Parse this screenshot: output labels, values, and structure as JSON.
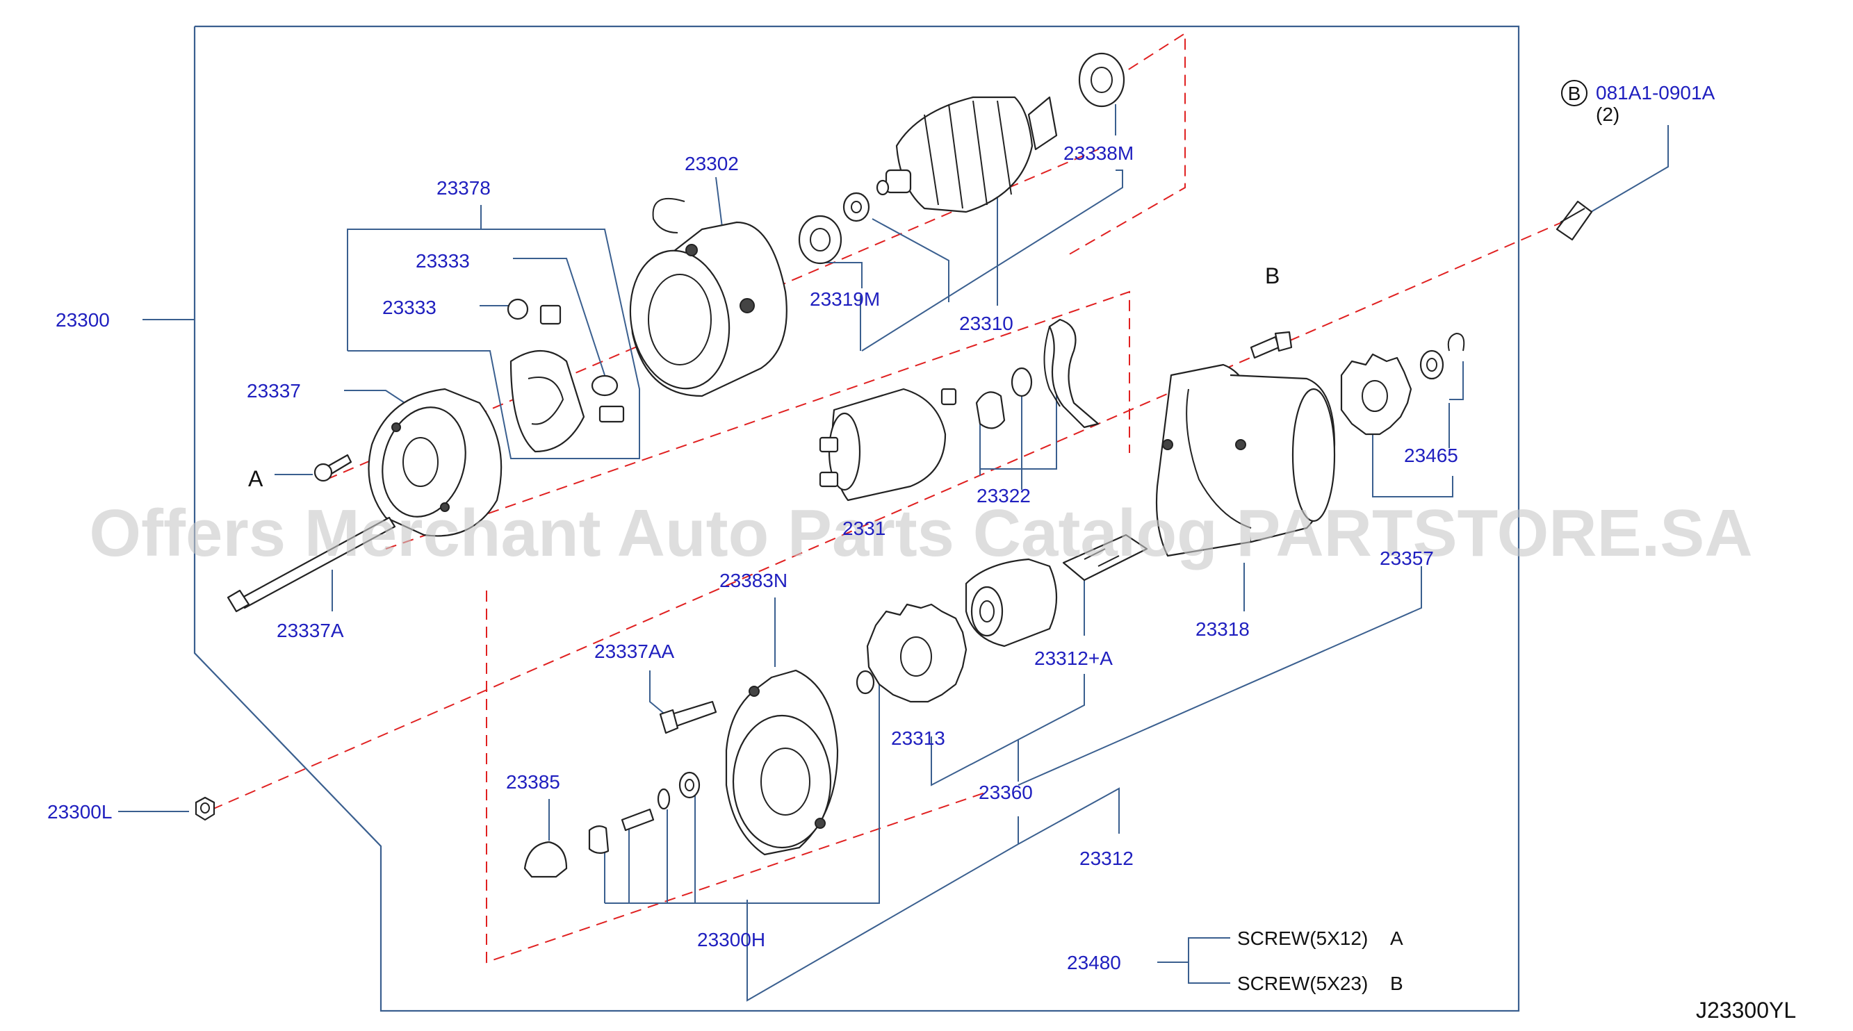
{
  "labels": {
    "l23300": "23300",
    "l23378": "23378",
    "l23333a": "23333",
    "l23333b": "23333",
    "l23337": "23337",
    "lA": "A",
    "l23337A": "23337A",
    "l23302": "23302",
    "l23319M": "23319M",
    "l23338M": "23338M",
    "l23310": "23310",
    "lB": "B",
    "lB_circle": "B",
    "l081A1": "081A1-0901A",
    "l081A1_qty": "(2)",
    "l2331x": "2331",
    "l23322": "23322",
    "l23318": "23318",
    "l23465": "23465",
    "l23357": "23357",
    "l23383N": "23383N",
    "l23337AA": "23337AA",
    "l23385": "23385",
    "l23300L": "23300L",
    "l23300H": "23300H",
    "l23313": "23313",
    "l23312A": "23312+A",
    "l23360": "23360",
    "l23312": "23312",
    "l23480": "23480",
    "screwA": "SCREW(5X12)",
    "screwA_letter": "A",
    "screwB": "SCREW(5X23)",
    "screwB_letter": "B",
    "diagram_id": "J23300YL"
  },
  "watermark": "Offers Merchant Auto Parts Catalog PARTSTORE.SA",
  "colors": {
    "part_number": "#1f1fbf",
    "frame": "#3a5f8f",
    "phantom_line": "#e02020",
    "watermark": "#c8c8c8"
  }
}
